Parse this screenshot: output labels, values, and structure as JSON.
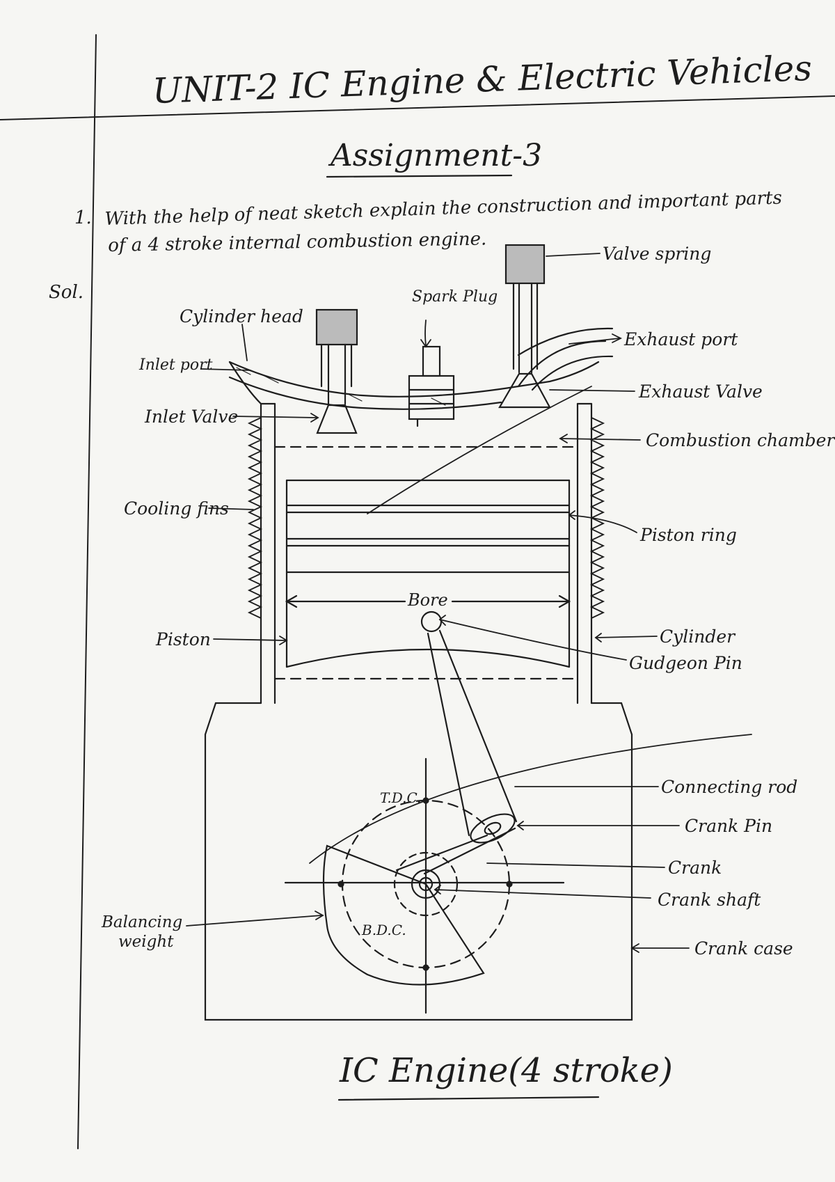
{
  "header": {
    "title": "UNIT-2 IC Engine & Electric Vehicles",
    "subtitle": "Assignment-3"
  },
  "question": {
    "number": "1.",
    "line1": "With the help of neat sketch explain the construction and important parts",
    "line2": "of a 4 stroke internal combustion engine."
  },
  "solution_marker": "Sol.",
  "labels": {
    "valve_spring": "Valve spring",
    "spark_plug": "Spark Plug",
    "cylinder_head": "Cylinder head",
    "exhaust_port": "Exhaust port",
    "inlet_port": "Inlet port",
    "exhaust_valve": "Exhaust Valve",
    "inlet_valve": "Inlet Valve",
    "combustion_chamber": "Combustion chamber",
    "cooling_fins": "Cooling fins",
    "piston_ring": "Piston ring",
    "bore": "Bore",
    "piston": "Piston",
    "cylinder": "Cylinder",
    "gudgeon_pin": "Gudgeon Pin",
    "connecting_rod": "Connecting rod",
    "tdc": "T.D.C.",
    "crank_pin": "Crank Pin",
    "crank": "Crank",
    "crank_shaft": "Crank shaft",
    "balancing_weight_1": "Balancing",
    "balancing_weight_2": "weight",
    "bdc": "B.D.C.",
    "crank_case": "Crank case"
  },
  "caption": "IC Engine(4 stroke)"
}
